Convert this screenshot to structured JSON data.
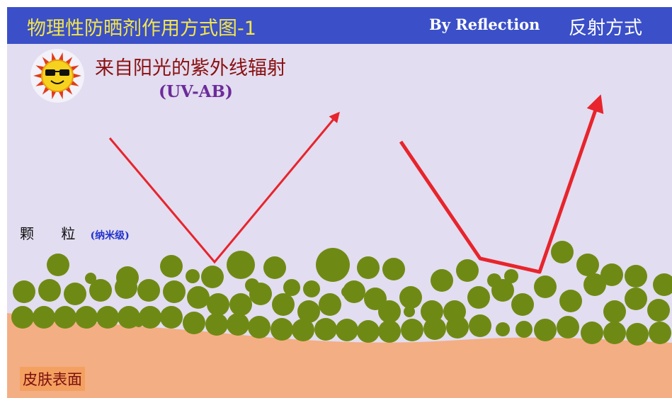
{
  "header": {
    "title": "物理性防晒剂作用方式图-1",
    "subtitle": "By Reflection",
    "mode": "反射方式"
  },
  "source": {
    "title": "来自阳光的紫外线辐射",
    "subtitle": "(UV-AB)"
  },
  "particles": {
    "label": "颗 粒",
    "note": "(纳米级)"
  },
  "skin": {
    "label": "皮肤表面"
  },
  "colors": {
    "header_bg": "#3b4fc8",
    "title_text": "#f2e64a",
    "background": "#e2ddf0",
    "particle": "#6f8a14",
    "skin": "#f4ae84",
    "ray": "#e8242c"
  },
  "icons": {
    "sun": "sun-with-sunglasses-icon"
  }
}
